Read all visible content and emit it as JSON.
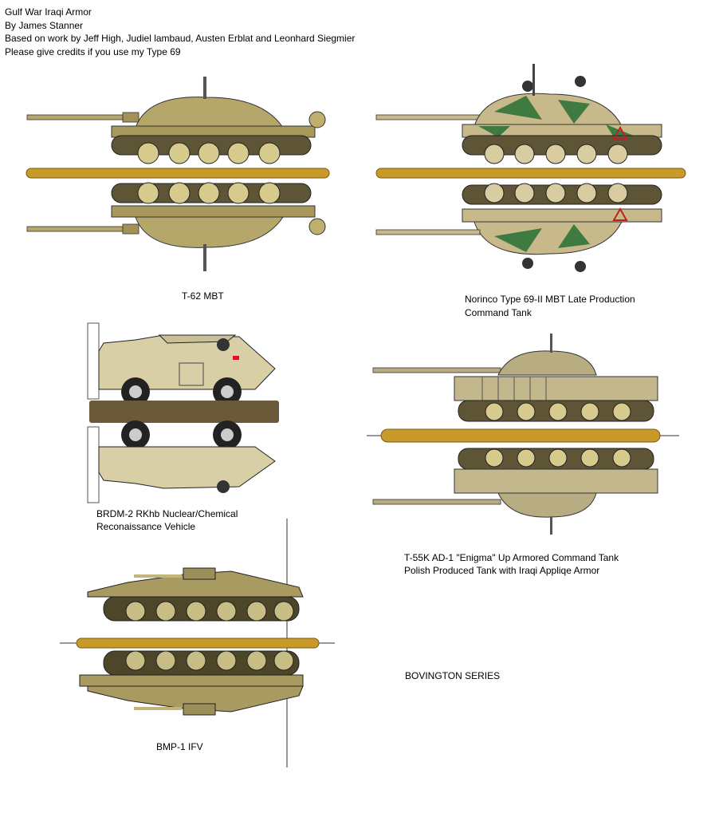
{
  "header": {
    "title": "Gulf War Iraqi Armor",
    "author": "By James Stanner",
    "credits": "Based on work by Jeff High, Judiel lambaud, Austen Erblat and Leonhard Siegmier",
    "note": "Please give credits if you use my Type 69"
  },
  "captions": {
    "t62": "T-62 MBT",
    "type69_line1": "Norinco Type 69-II MBT Late Production",
    "type69_line2": "Command Tank",
    "brdm_line1": "BRDM-2 RKhb Nuclear/Chemical",
    "brdm_line2": "Reconaissance Vehicle",
    "t55_line1": "T-55K AD-1 \"Enigma\" Up Armored Command Tank",
    "t55_line2": "Polish Produced Tank with Iraqi Appliqe Armor",
    "series": "BOVINGTON SERIES",
    "bmp": "BMP-1 IFV"
  },
  "colors": {
    "t62_hull": "#b5a66a",
    "t62_dark": "#7a6f44",
    "type69_sand": "#c8b98a",
    "type69_green": "#3f7a40",
    "brdm_hull": "#d8cfa6",
    "t55_hull": "#b8ac82",
    "bmp_hull": "#a89a60",
    "divider_bar": "#c79a2a",
    "brdm_bar": "#6b5a3a"
  }
}
